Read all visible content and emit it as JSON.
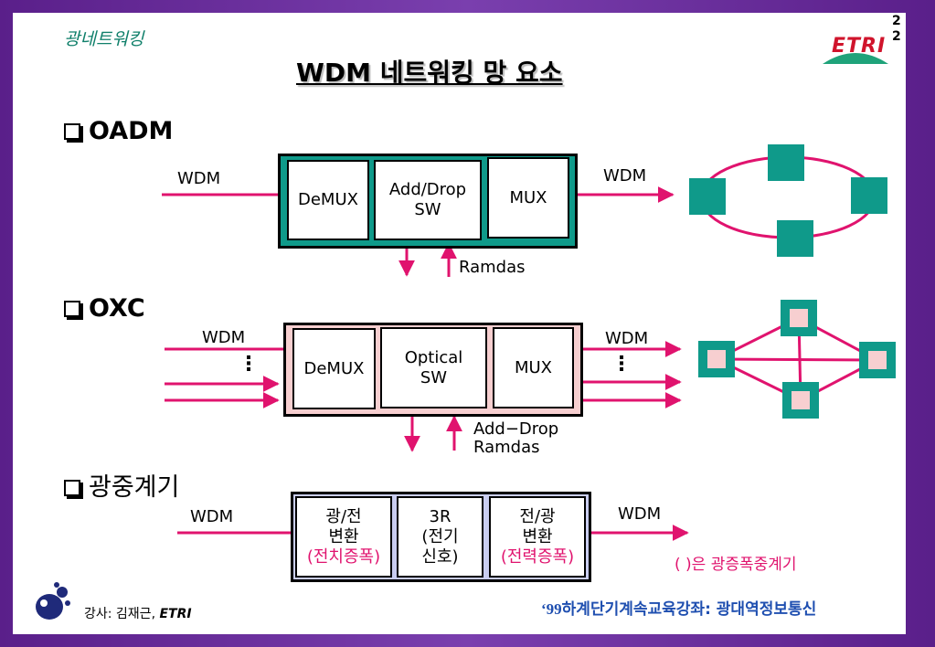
{
  "header": {
    "slide_number": "2\n2",
    "section": "광네트워킹",
    "title": "WDM 네트워킹 망 요소",
    "logo_text": "ETRI"
  },
  "oadm": {
    "heading": "OADM",
    "wdm_in": "WDM",
    "wdm_out": "WDM",
    "demux": "DeMUX",
    "add_drop": "Add/Drop\nSW",
    "mux": "MUX",
    "ramdas": "Ramdas"
  },
  "oxc": {
    "heading": "OXC",
    "wdm_in": "WDM",
    "wdm_out": "WDM",
    "demux": "DeMUX",
    "optical": "Optical\nSW",
    "mux": "MUX",
    "dots": "⋮",
    "add_drop": "Add−Drop\nRamdas"
  },
  "repeater": {
    "heading": "광중계기",
    "wdm_in": "WDM",
    "wdm_out": "WDM",
    "box1_line1": "광/전",
    "box1_line2": "변환",
    "box1_red": "(전치증폭)",
    "box2": "3R\n(전기\n신호)",
    "box3_line1": "전/광",
    "box3_line2": "변환",
    "box3_red": "(전력증폭)",
    "note": "( )은 광증폭중계기"
  },
  "footer": {
    "lecturer": "강사: 김재근, ",
    "lecturer_org": "ETRI",
    "course_year": "‘99",
    "course": "하계단기계속교육강좌: 광대역정보통신"
  },
  "colors": {
    "magenta": "#e0136e",
    "teal": "#0f9a8a",
    "pink_fill": "#f7cfd0",
    "purple_frame": "#6a2c9c",
    "blue_text": "#1f4fb0"
  }
}
